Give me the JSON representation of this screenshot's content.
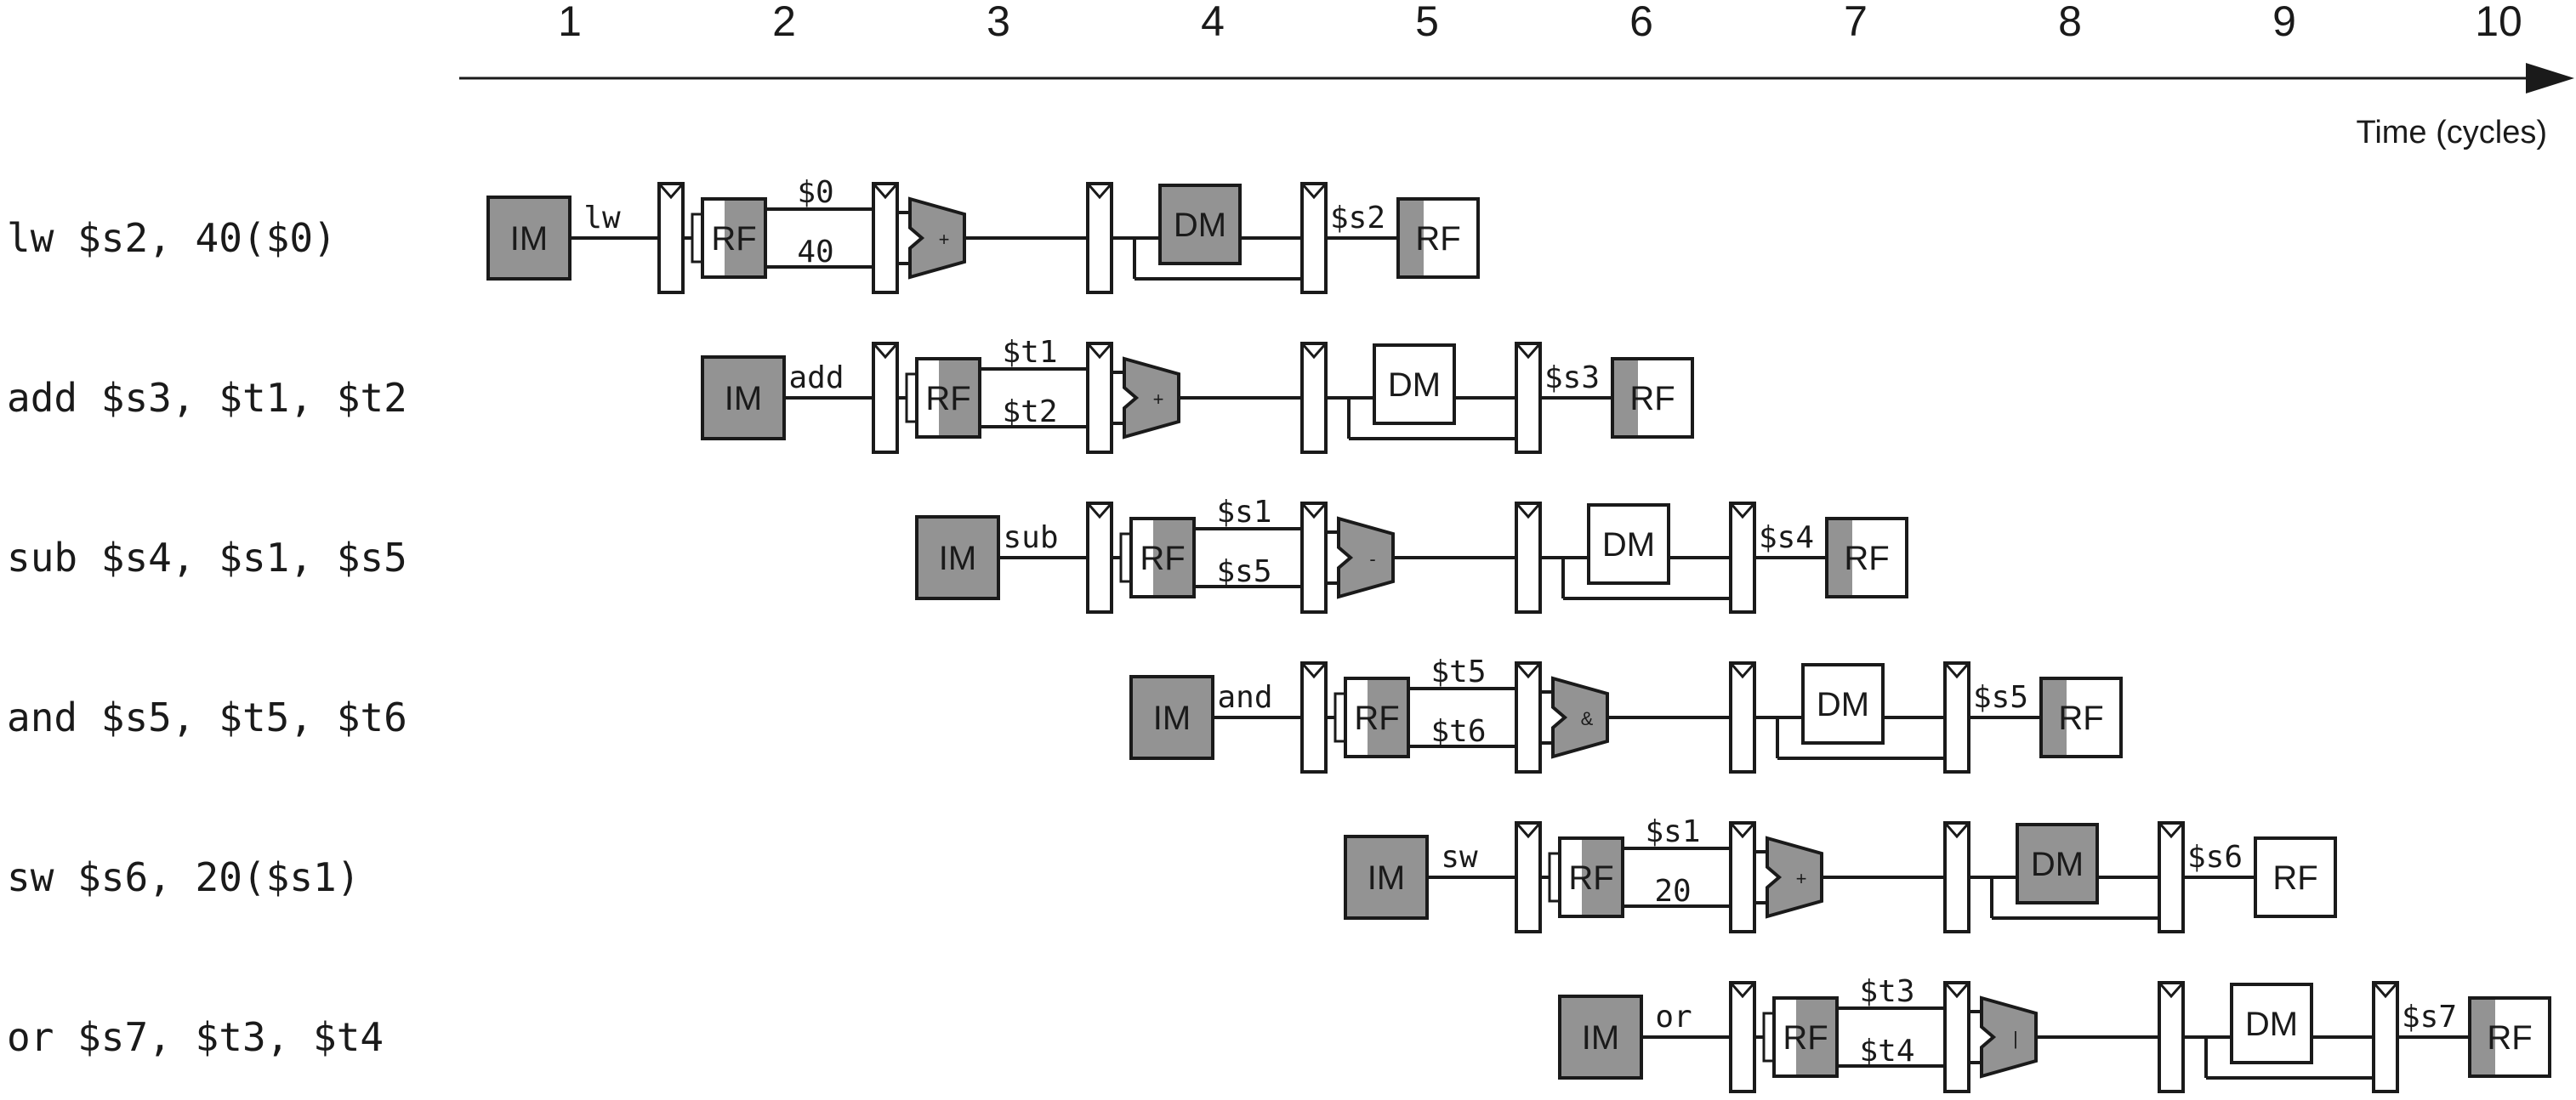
{
  "colors": {
    "shade": "#939393",
    "line": "#1a1a1a",
    "fill": "#ffffff"
  },
  "cycles": [
    "1",
    "2",
    "3",
    "4",
    "5",
    "6",
    "7",
    "8",
    "9",
    "10"
  ],
  "axis_label": "Time (cycles)",
  "stage_labels": {
    "im": "IM",
    "rf": "RF",
    "dm": "DM"
  },
  "instructions": [
    {
      "text": "lw  $s2, 40($0)",
      "op": "lw",
      "src1": "$0",
      "src2": "40",
      "alu": "+",
      "dest": "$s2",
      "dm_active": true,
      "rf_write": true
    },
    {
      "text": "add $s3, $t1, $t2",
      "op": "add",
      "src1": "$t1",
      "src2": "$t2",
      "alu": "+",
      "dest": "$s3",
      "dm_active": false,
      "rf_write": true
    },
    {
      "text": "sub $s4, $s1, $s5",
      "op": "sub",
      "src1": "$s1",
      "src2": "$s5",
      "alu": "-",
      "dest": "$s4",
      "dm_active": false,
      "rf_write": true
    },
    {
      "text": "and $s5, $t5, $t6",
      "op": "and",
      "src1": "$t5",
      "src2": "$t6",
      "alu": "&",
      "dest": "$s5",
      "dm_active": false,
      "rf_write": true
    },
    {
      "text": "sw  $s6, 20($s1)",
      "op": "sw",
      "src1": "$s1",
      "src2": "20",
      "alu": "+",
      "dest": "$s6",
      "dm_active": true,
      "rf_write": false
    },
    {
      "text": "or  $s7, $t3, $t4",
      "op": "or",
      "src1": "$t3",
      "src2": "$t4",
      "alu": "|",
      "dest": "$s7",
      "dm_active": false,
      "rf_write": true
    }
  ]
}
